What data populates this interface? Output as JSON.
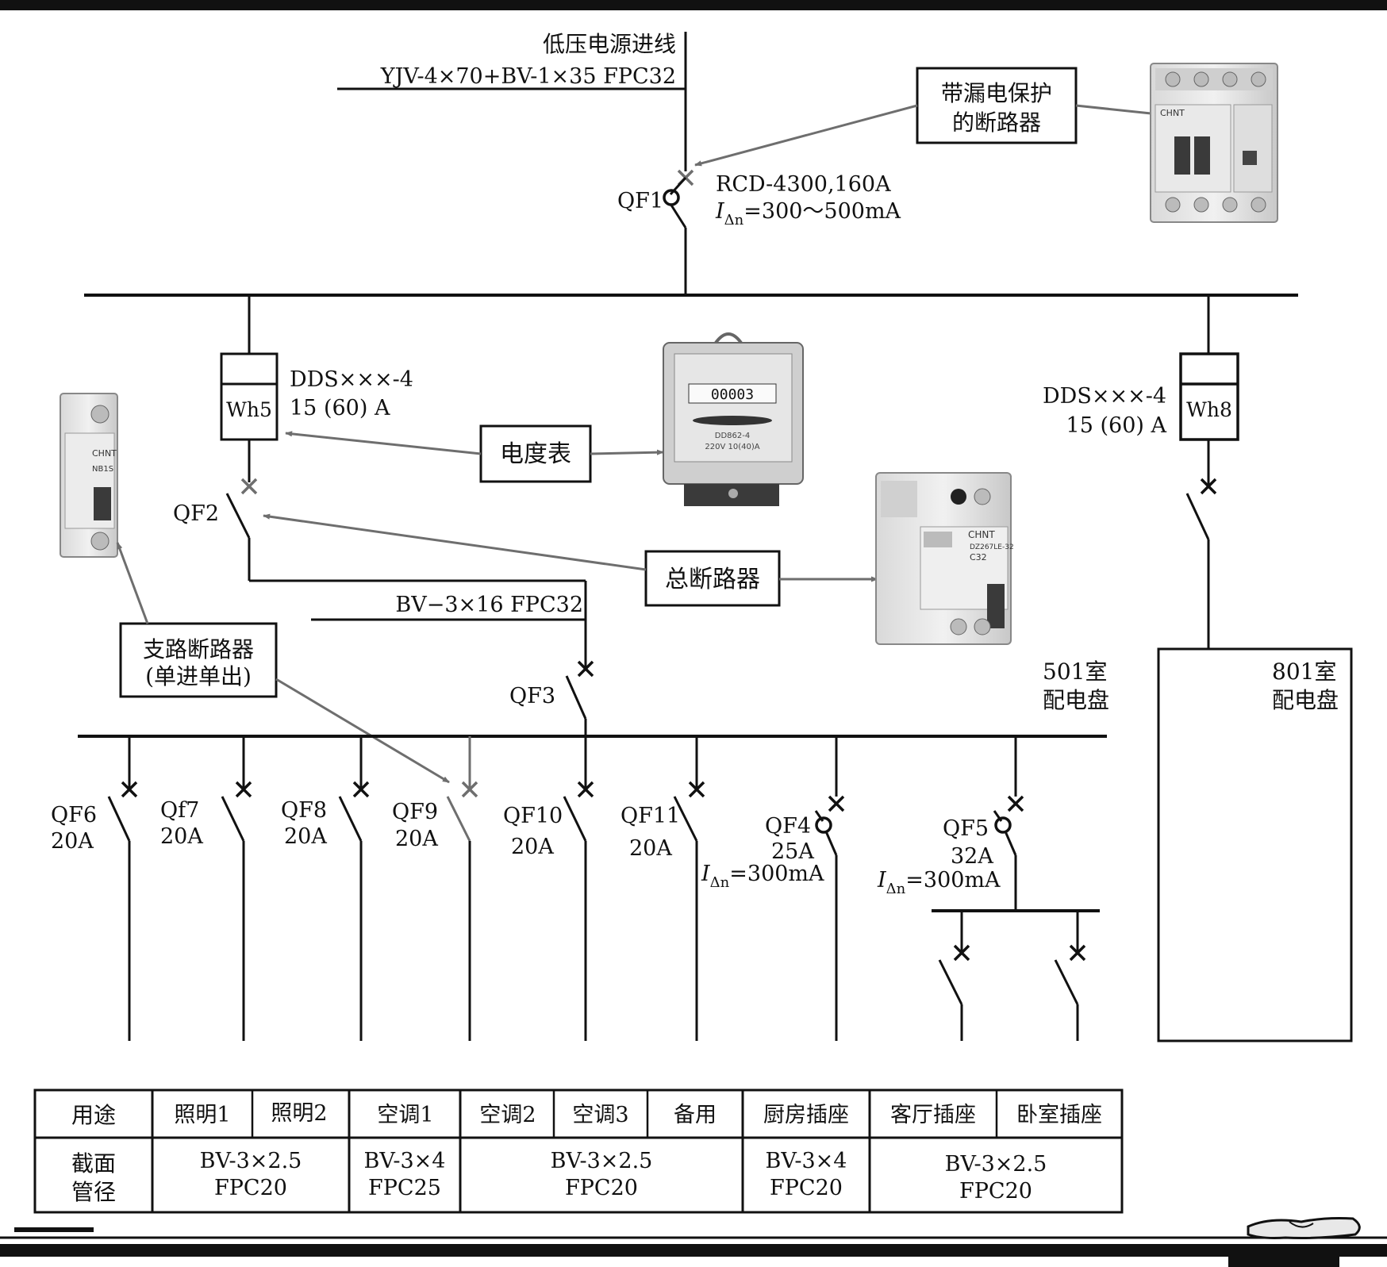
{
  "incoming": {
    "title": "低压电源进线",
    "cable": "YJV-4×70+BV-1×35 FPC32"
  },
  "main_breaker": {
    "id": "QF1",
    "model": "RCD-4300,160A",
    "leak_symbol": "I",
    "leak_sub": "Δn",
    "leak_value": "=300～500mA"
  },
  "callouts": {
    "rcd_line1": "带漏电保护",
    "rcd_line2": "的断路器",
    "meter": "电度表",
    "total_breaker": "总断路器",
    "branch_line1": "支路断路器",
    "branch_line2": "(单进单出)"
  },
  "meter_left": {
    "id": "Wh5",
    "model": "DDS×××-4",
    "rating": "15 (60) A"
  },
  "meter_right": {
    "id": "Wh8",
    "model": "DDS×××-4",
    "rating": "15 (60) A"
  },
  "qf2": {
    "id": "QF2"
  },
  "feeder": {
    "cable": "BV−3×16 FPC32"
  },
  "qf3": {
    "id": "QF3"
  },
  "panel_501": {
    "line1": "501室",
    "line2": "配电盘"
  },
  "panel_801": {
    "line1": "801室",
    "line2": "配电盘"
  },
  "branches": [
    {
      "id": "QF6",
      "rating": "20A"
    },
    {
      "id": "Qf7",
      "rating": "20A"
    },
    {
      "id": "QF8",
      "rating": "20A"
    },
    {
      "id": "QF9",
      "rating": "20A"
    },
    {
      "id": "QF10",
      "rating": "20A"
    },
    {
      "id": "QF11",
      "rating": "20A"
    }
  ],
  "qf4": {
    "id": "QF4",
    "rating": "25A",
    "leak_symbol": "I",
    "leak_sub": "Δn",
    "leak_value": "=300mA"
  },
  "qf5": {
    "id": "QF5",
    "rating": "32A",
    "leak_symbol": "I",
    "leak_sub": "Δn",
    "leak_value": "=300mA"
  },
  "device_text": {
    "brand": "CHNT",
    "mcb_model": "NB1S",
    "rcd_model": "DZ267LE-32",
    "rcd_rating": "C32",
    "meter_reading": "00003",
    "meter_type": "DD862-4",
    "meter_rating": "220V 10(40)A"
  },
  "table": {
    "row1_header": "用途",
    "row2_header_1": "截面",
    "row2_header_2": "管径",
    "uses": [
      "照明1",
      "照明2",
      "空调1",
      "空调2",
      "空调3",
      "备用",
      "厨房插座",
      "客厅插座",
      "卧室插座"
    ],
    "specs": [
      {
        "l1": "BV-3×2.5",
        "l2": "FPC20"
      },
      {
        "l1": "BV-3×4",
        "l2": "FPC25"
      },
      {
        "l1": "BV-3×2.5",
        "l2": "FPC20"
      },
      {
        "l1": "BV-3×4",
        "l2": "FPC20"
      },
      {
        "l1": "BV-3×2.5",
        "l2": "FPC20"
      }
    ]
  }
}
